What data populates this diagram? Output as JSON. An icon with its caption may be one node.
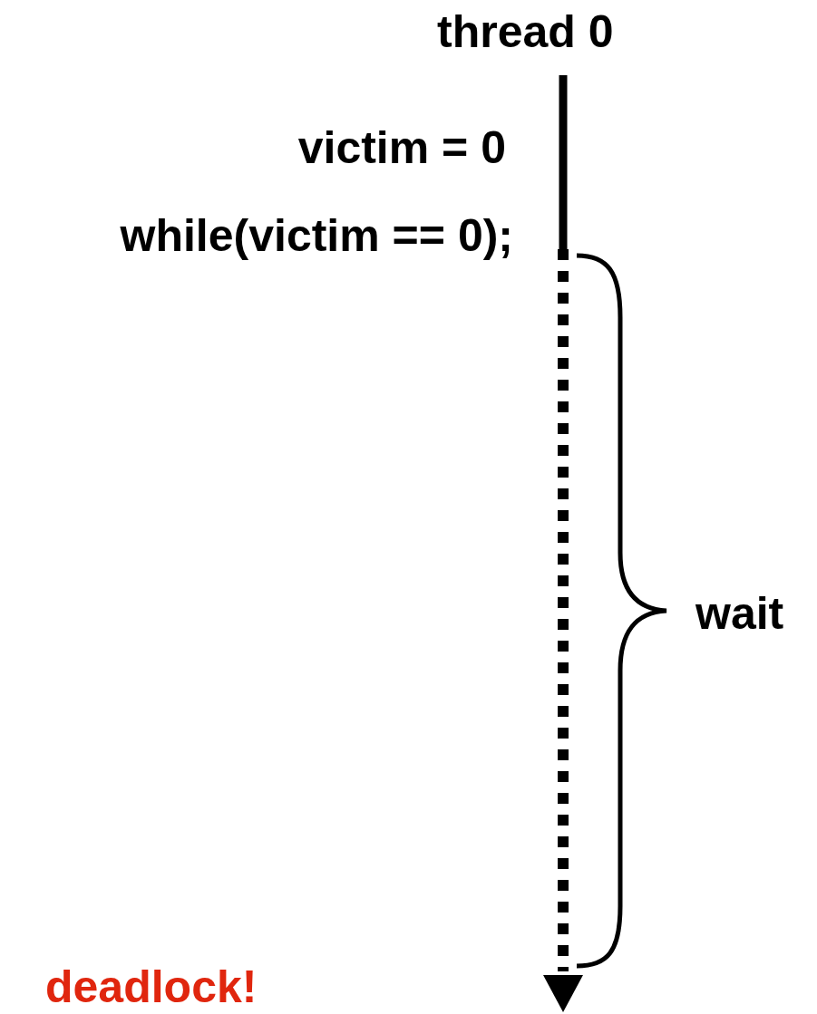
{
  "diagram": {
    "title": "thread 0",
    "labels": [
      "victim = 0",
      "while(victim == 0);",
      "wait",
      "deadlock!"
    ]
  }
}
